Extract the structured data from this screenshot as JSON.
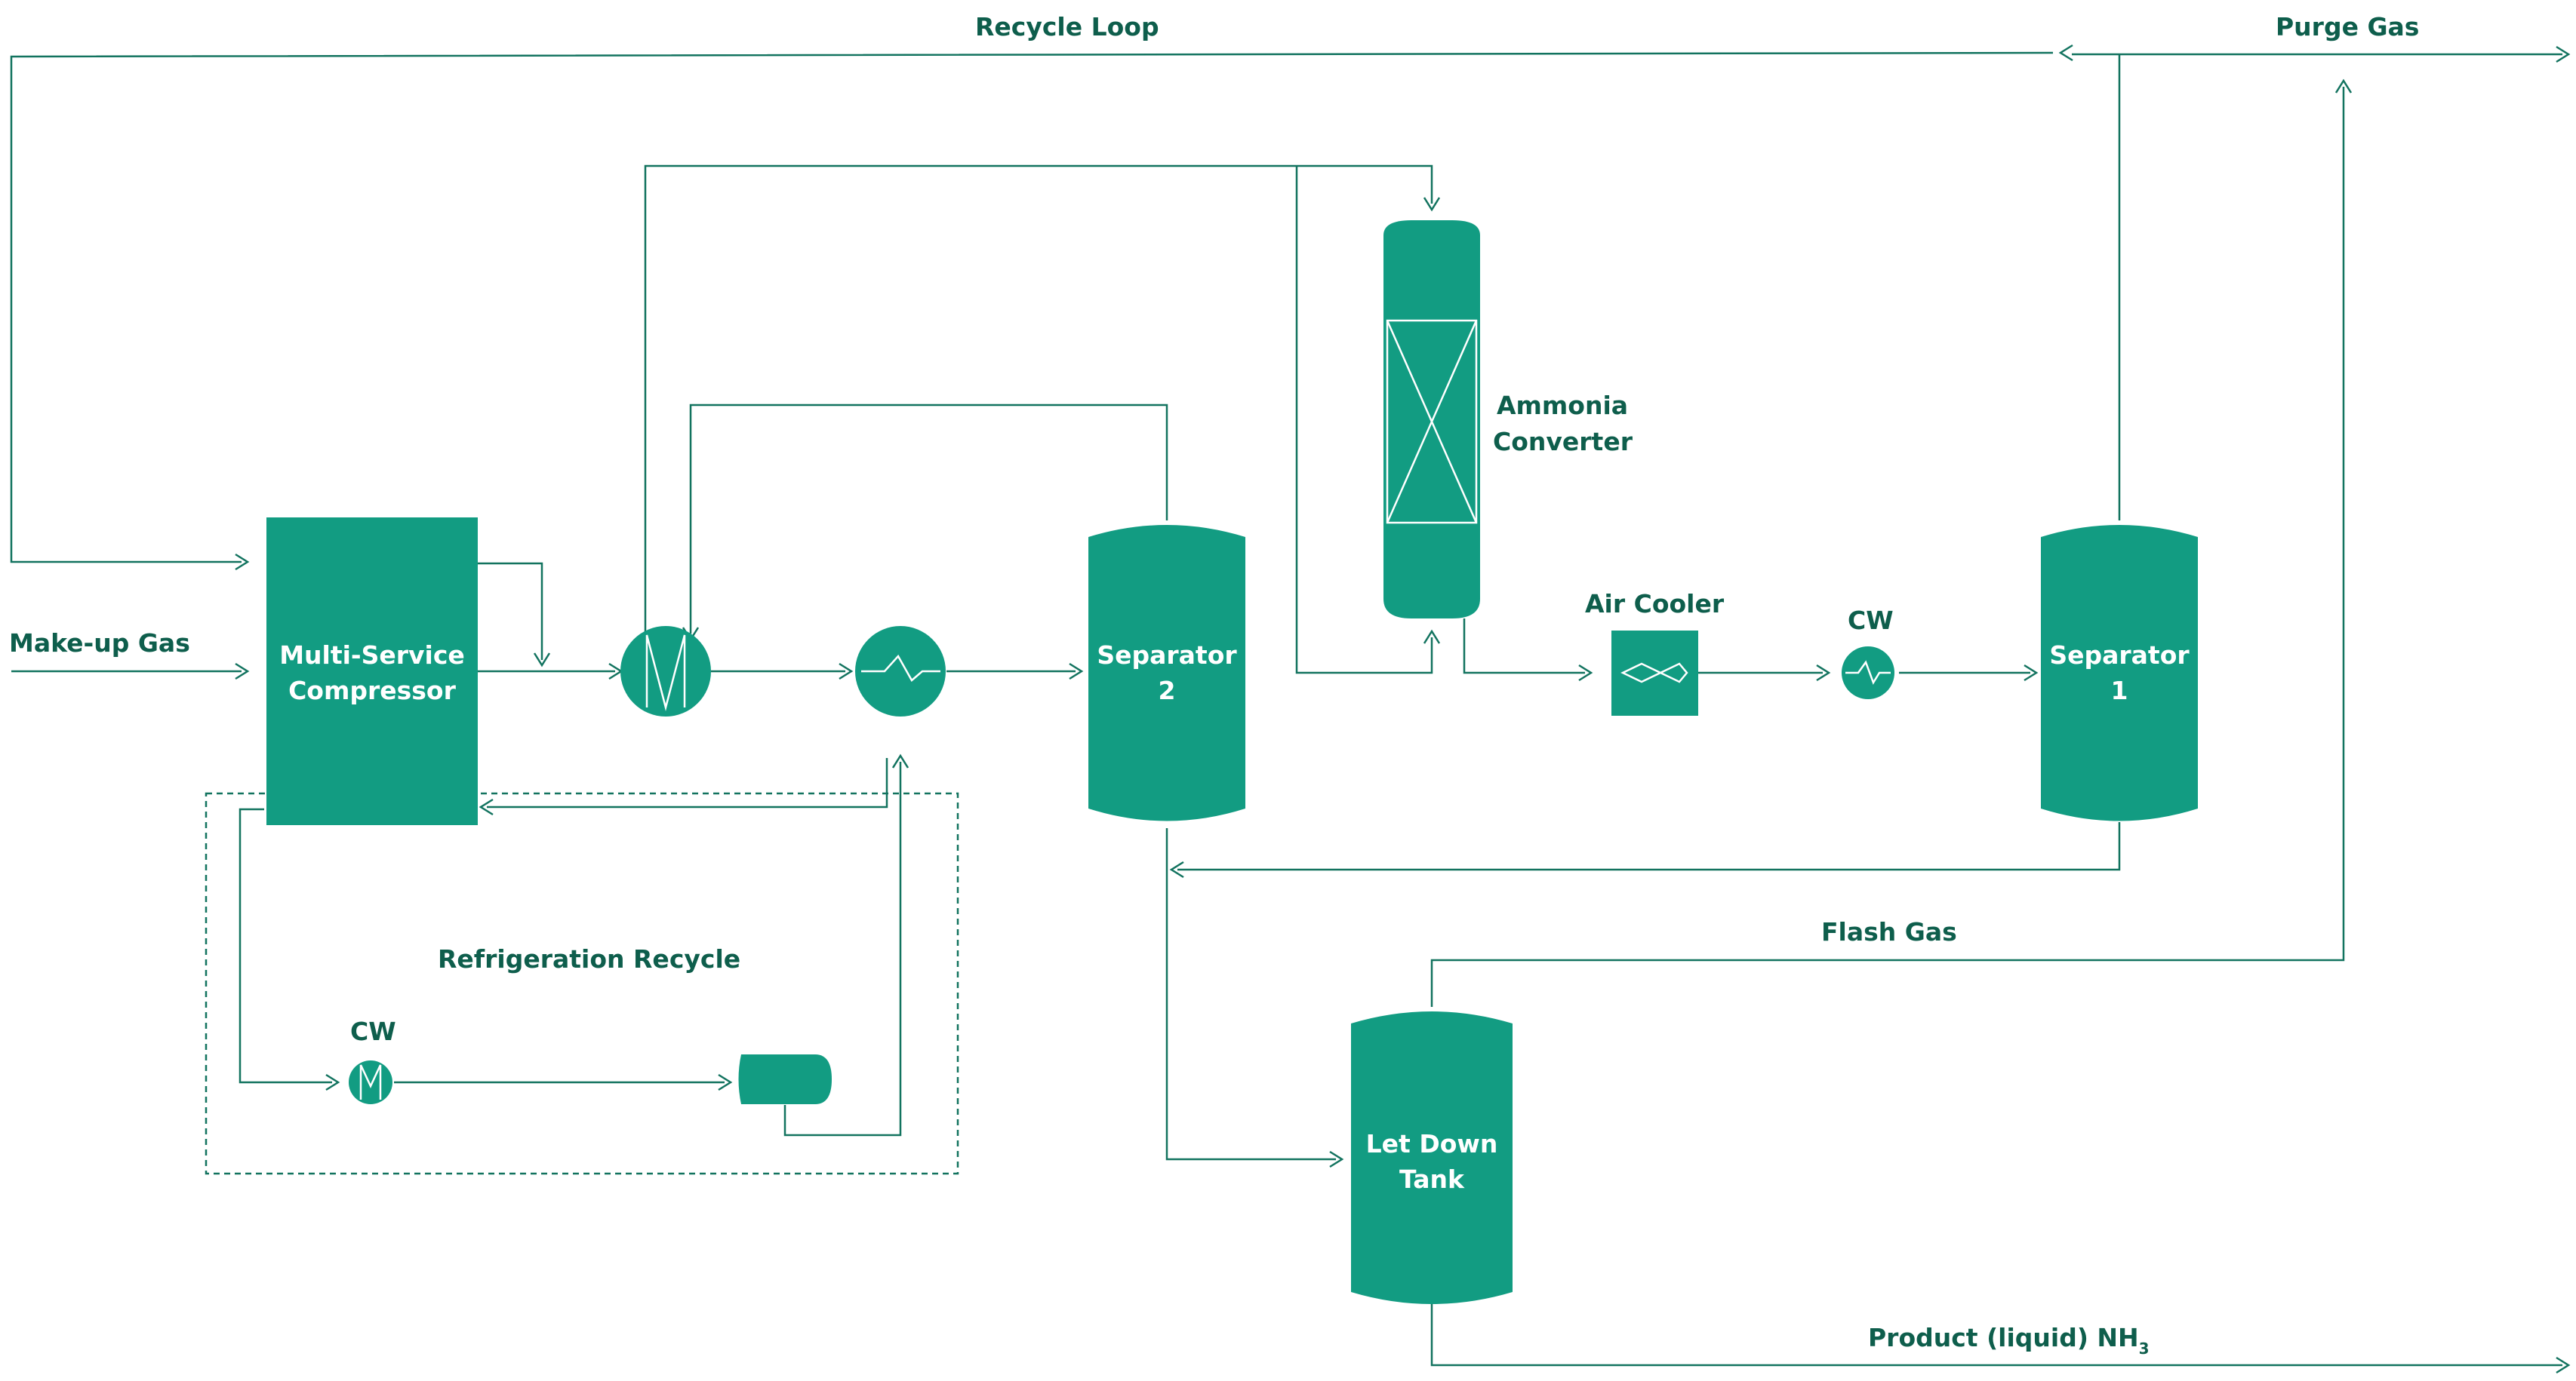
{
  "labels": {
    "recycle_loop": "Recycle Loop",
    "purge_gas": "Purge Gas",
    "make_up_gas": "Make-up Gas",
    "ammonia_converter_1": "Ammonia",
    "ammonia_converter_2": "Converter",
    "air_cooler": "Air Cooler",
    "cw_main": "CW",
    "cw_refrig": "CW",
    "compressor_1": "Multi-Service",
    "compressor_2": "Compressor",
    "separator2_1": "Separator",
    "separator2_2": "2",
    "separator1_1": "Separator",
    "separator1_2": "1",
    "refrigeration_recycle": "Refrigeration Recycle",
    "flash_gas": "Flash Gas",
    "let_down_1": "Let Down",
    "let_down_2": "Tank",
    "product": "Product (liquid) NH",
    "product_sub": "3"
  },
  "colors": {
    "equipment": "#129c82",
    "line": "#12735f",
    "text": "#0e5e4c"
  }
}
